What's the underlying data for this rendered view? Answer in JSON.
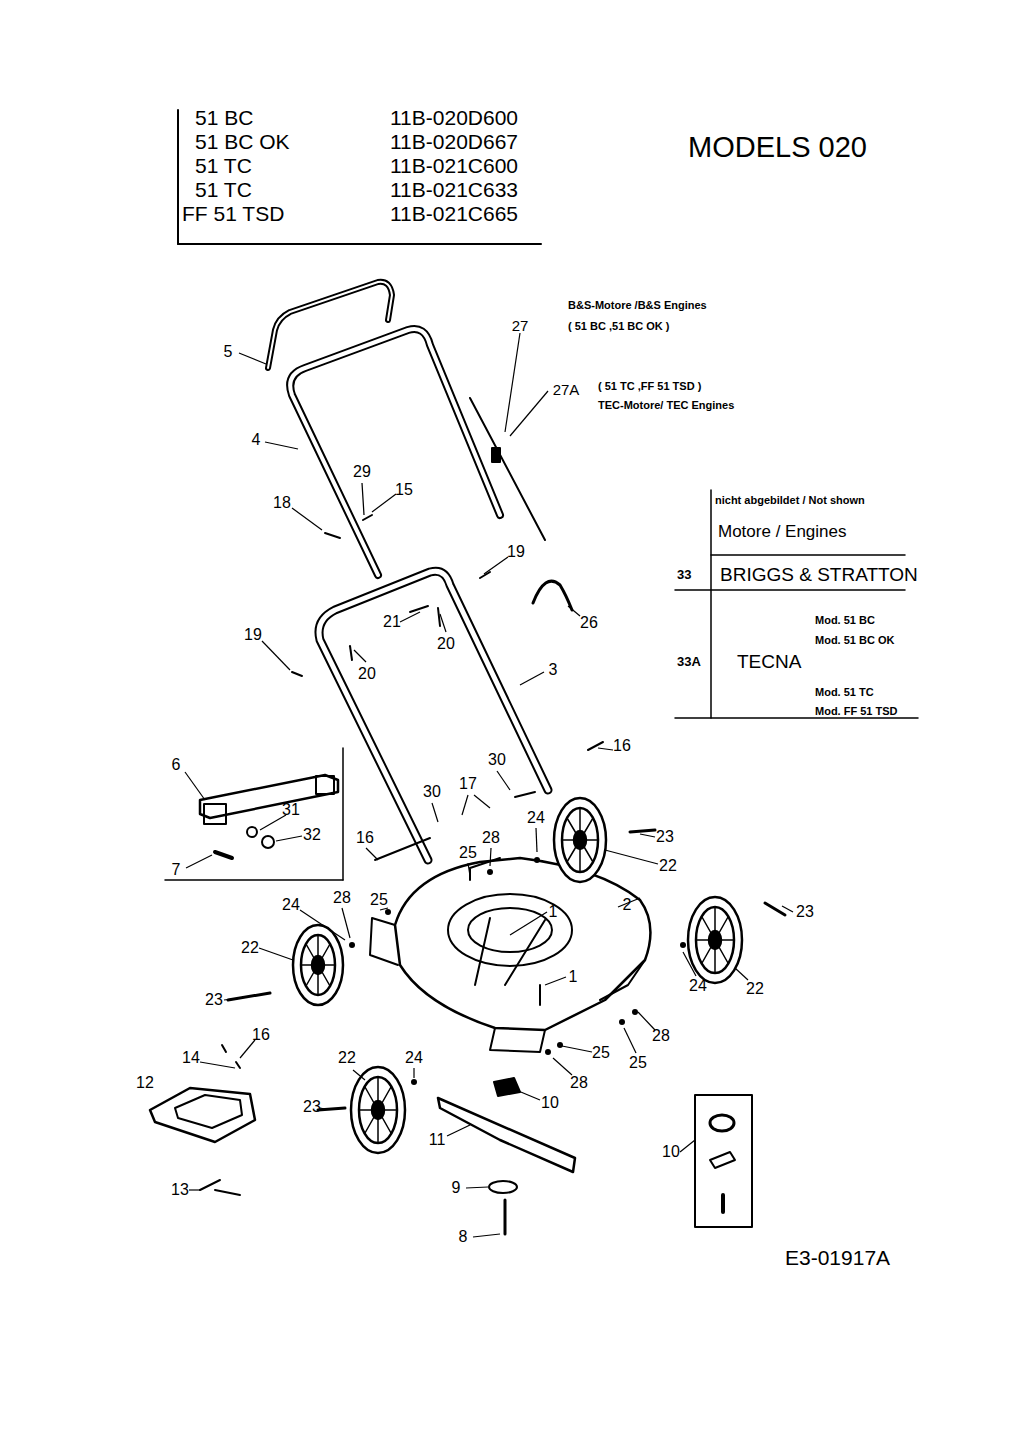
{
  "diagram": {
    "title": "MODELS 020",
    "labels": [
      "51 BC",
      "11B-020D600",
      "51 BC OK",
      "11B-020D667",
      "51 TC",
      "11B-021C600",
      "51 TC",
      "11B-021C633",
      "FF 51 TSD",
      "11B-021C665",
      "B&S-Motore /B&S Engines",
      "27",
      "( 51 BC ,51 BC OK )",
      "27A",
      "( 51 TC ,FF 51 TSD )",
      "TEC-Motore/ TEC Engines",
      "nicht abgebildet / Not shown",
      "Motore / Engines",
      "33",
      "BRIGGS & STRATTON",
      "Mod. 51 BC",
      "Mod. 51 BC OK",
      "33A",
      "TECNA",
      "Mod. 51 TC",
      "Mod. FF 51 TSD",
      "5",
      "4",
      "29",
      "15",
      "18",
      "19",
      "21",
      "20",
      "20",
      "19",
      "26",
      "3",
      "6",
      "31",
      "32",
      "7",
      "30",
      "30",
      "17",
      "16",
      "16",
      "24",
      "28",
      "23",
      "25",
      "22",
      "28",
      "25",
      "24",
      "2",
      "23",
      "1",
      "1",
      "22",
      "23",
      "24",
      "22",
      "16",
      "14",
      "12",
      "22",
      "24",
      "28",
      "25",
      "25",
      "28",
      "23",
      "10",
      "11",
      "10",
      "13",
      "9",
      "8",
      "E3-01917A"
    ]
  }
}
